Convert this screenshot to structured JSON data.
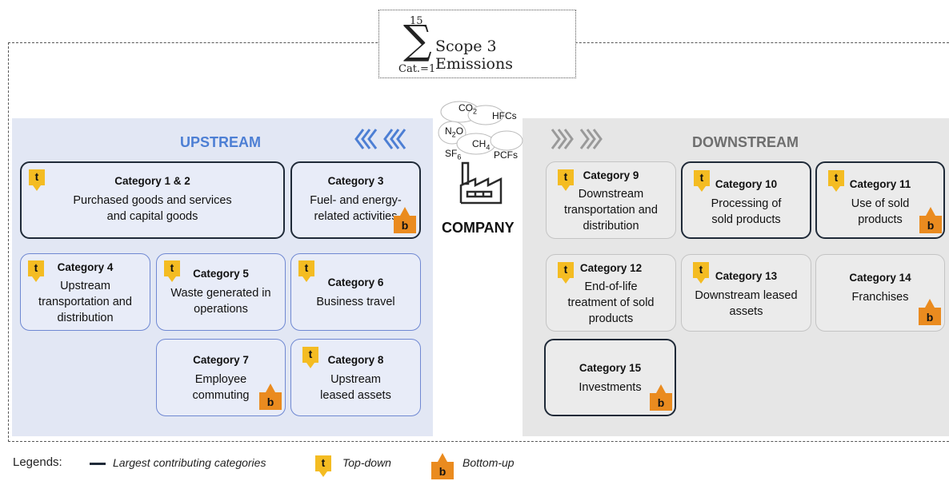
{
  "scope": {
    "sum_upper": "15",
    "sum_lower": "Cat.=1",
    "title": "Scope 3 Emissions"
  },
  "upstream": {
    "title": "UPSTREAM",
    "arrows": "«««"
  },
  "downstream": {
    "title": "DOWNSTREAM",
    "arrows": "»»»"
  },
  "company": {
    "label": "COMPANY",
    "gases": [
      "CO",
      "HFCs",
      "N",
      "O",
      "CH",
      "SF",
      "PCFs"
    ],
    "subscripts": [
      "2",
      "2",
      "4",
      "6"
    ]
  },
  "badges": {
    "top_down": "t",
    "bottom_up": "b"
  },
  "categories": [
    {
      "title": "Category 1 & 2",
      "desc": [
        "Purchased goods and services",
        "and capital goods"
      ]
    },
    {
      "title": "Category 3",
      "desc": [
        "Fuel- and energy-",
        "related activities"
      ]
    },
    {
      "title": "Category 4",
      "desc": [
        "Upstream",
        "transportation and",
        "distribution"
      ]
    },
    {
      "title": "Category 5",
      "desc": [
        "Waste generated in",
        "operations"
      ]
    },
    {
      "title": "Category 6",
      "desc": [
        "Business travel"
      ]
    },
    {
      "title": "Category 7",
      "desc": [
        "Employee",
        "commuting"
      ]
    },
    {
      "title": "Category 8",
      "desc": [
        "Upstream",
        "leased assets"
      ]
    },
    {
      "title": "Category 9",
      "desc": [
        "Downstream",
        "transportation and",
        "distribution"
      ]
    },
    {
      "title": "Category 10",
      "desc": [
        "Processing of",
        "sold products"
      ]
    },
    {
      "title": "Category 11",
      "desc": [
        "Use of sold",
        "products"
      ]
    },
    {
      "title": "Category 12",
      "desc": [
        "End-of-life",
        "treatment of sold",
        "products"
      ]
    },
    {
      "title": "Category 13",
      "desc": [
        "Downstream leased",
        "assets"
      ]
    },
    {
      "title": "Category 14",
      "desc": [
        "Franchises"
      ]
    },
    {
      "title": "Category 15",
      "desc": [
        "Investments"
      ]
    }
  ],
  "legend": {
    "label": "Legends:",
    "largest": "Largest contributing categories",
    "top_down": "Top-down",
    "bottom_up": "Bottom-up"
  }
}
